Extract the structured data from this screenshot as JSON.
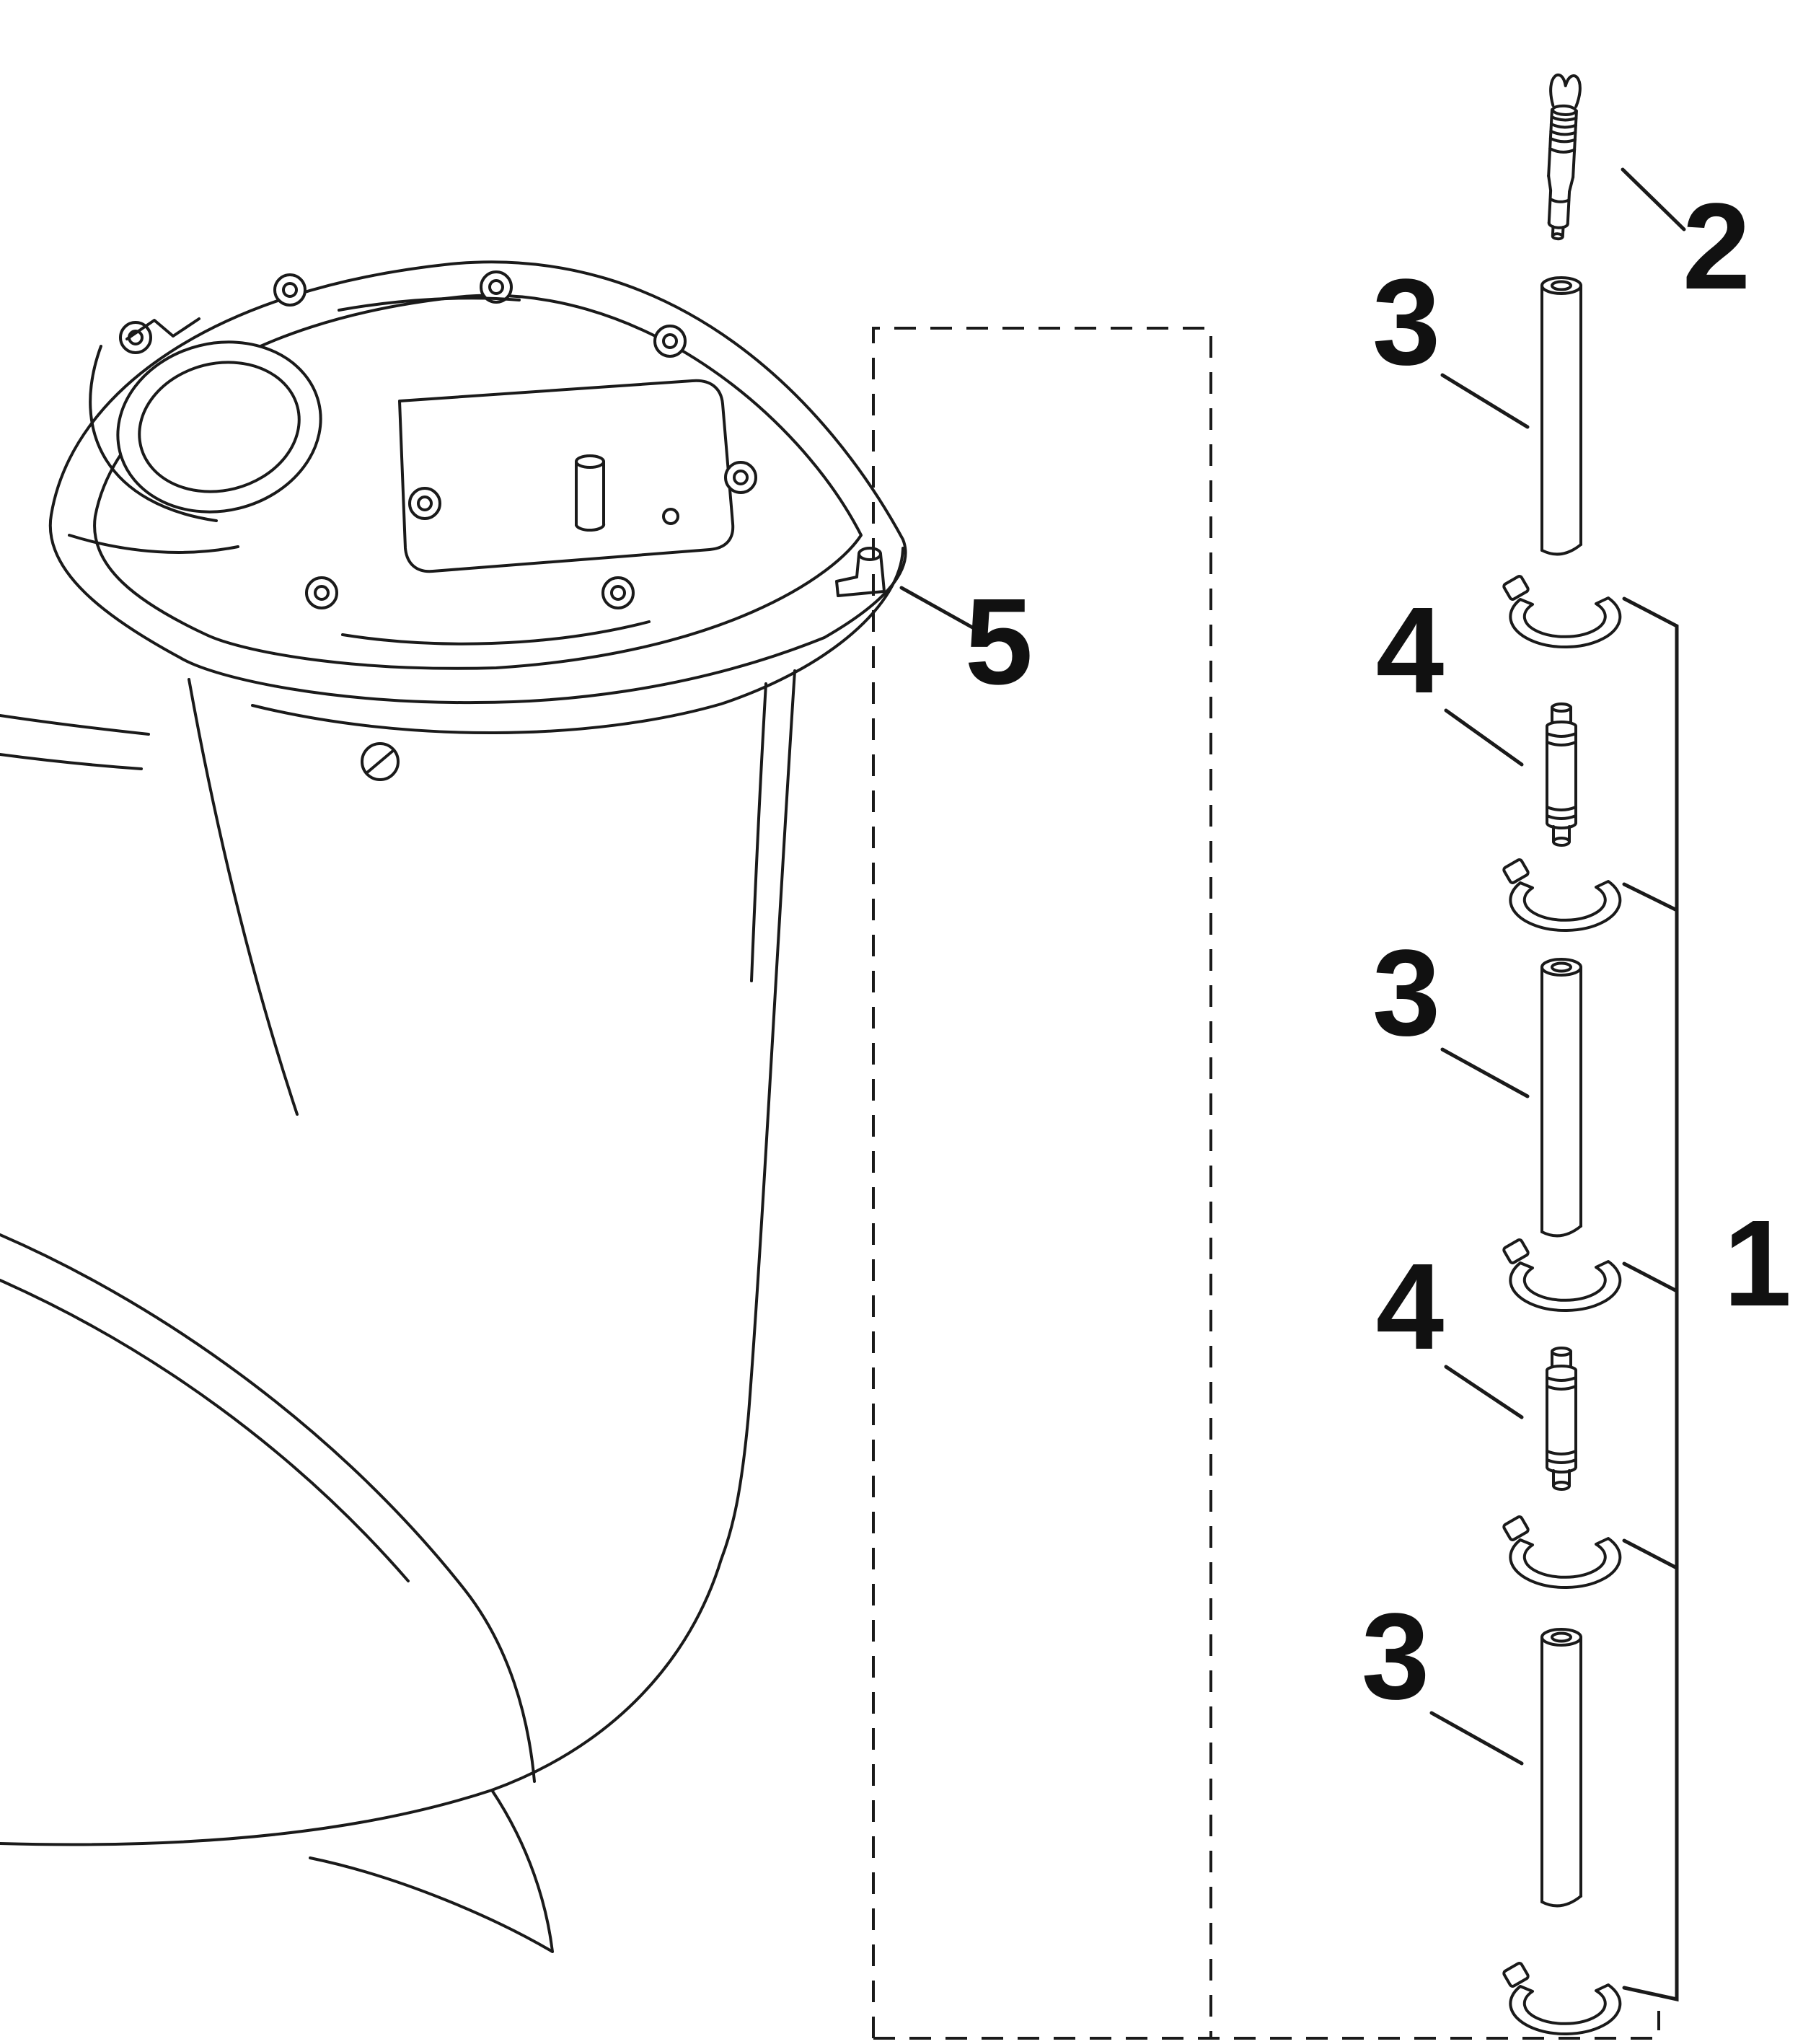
{
  "page": {
    "background_color": "#ffffff",
    "line_color": "#1a1a1a"
  },
  "diagram": {
    "kind": "exploded-parts-line-diagram",
    "callouts": {
      "item_1": {
        "label": "1"
      },
      "item_2": {
        "label": "2"
      },
      "item_3_top": {
        "label": "3"
      },
      "item_3_middle": {
        "label": "3"
      },
      "item_3_bottom": {
        "label": "3"
      },
      "item_4_upper": {
        "label": "4"
      },
      "item_4_lower": {
        "label": "4"
      },
      "item_5": {
        "label": "5"
      }
    }
  }
}
